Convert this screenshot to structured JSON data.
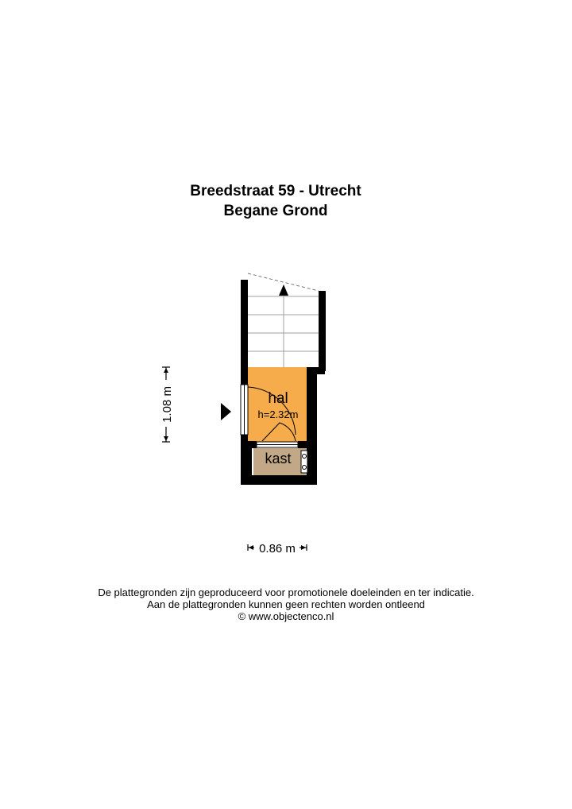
{
  "header": {
    "address": "Breedstraat 59 - Utrecht",
    "floor": "Begane Grond"
  },
  "rooms": [
    {
      "label": "hal",
      "height_note": "h=2.32m",
      "color": "#f7ac4b"
    },
    {
      "label": "kast",
      "color": "#c2a886"
    }
  ],
  "dimensions": {
    "height": "1.08 m",
    "width": "0.86 m"
  },
  "footer": {
    "line1": "De plattegronden zijn geproduceerd voor promotionele doeleinden en ter indicatie.",
    "line2": "Aan de plattegronden kunnen geen rechten worden ontleend",
    "line3": "© www.objectenco.nl"
  },
  "colors": {
    "wall": "#000000",
    "stair_line": "#9a9a9a"
  }
}
